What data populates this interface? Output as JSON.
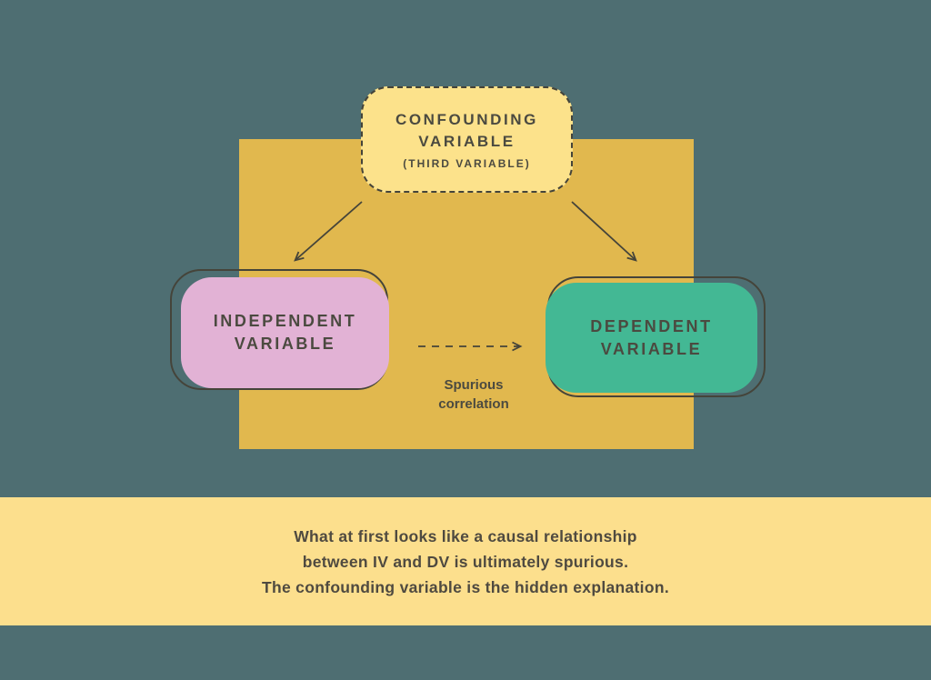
{
  "colors": {
    "background": "#4e6e72",
    "stage": "#e1b84e",
    "light_yellow_box": "#fce28b",
    "caption_band": "#fcdf8d",
    "independent_pink": "#e2b2d5",
    "dependent_green": "#43b894",
    "ink": "#45443a",
    "text": "#4b4a40"
  },
  "diagram": {
    "confounding": {
      "line1": "CONFOUNDING",
      "line2": "VARIABLE",
      "line3": "(THIRD VARIABLE)"
    },
    "independent": {
      "line1": "INDEPENDENT",
      "line2": "VARIABLE"
    },
    "dependent": {
      "line1": "DEPENDENT",
      "line2": "VARIABLE"
    },
    "spurious_label": {
      "line1": "Spurious",
      "line2": "correlation"
    }
  },
  "caption": {
    "line1": "What at first looks like a causal relationship",
    "line2": "between IV and DV is ultimately spurious.",
    "line3": "The confounding variable is the hidden explanation."
  }
}
